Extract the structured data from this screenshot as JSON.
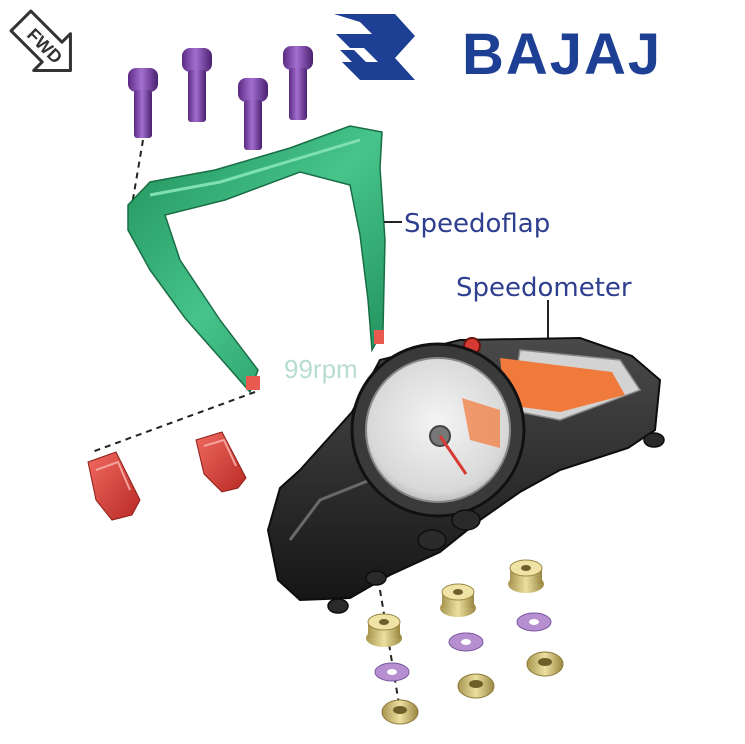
{
  "brand": {
    "name": "BAJAJ",
    "color": "#1d3f94"
  },
  "direction_badge": {
    "text": "FWD"
  },
  "watermark": {
    "text": "99rpm"
  },
  "labels": {
    "speedoflap": "Speedoflap",
    "speedometer": "Speedometer"
  },
  "colors": {
    "label": "#2f3f8f",
    "bolt": "#8a4fb5",
    "flap": "#33b27a",
    "rubber": "#e0463f",
    "housing": "#2c2c2c",
    "display": "#f07a3c",
    "bushing": "#d8c880",
    "washer": "#b58fd0"
  }
}
